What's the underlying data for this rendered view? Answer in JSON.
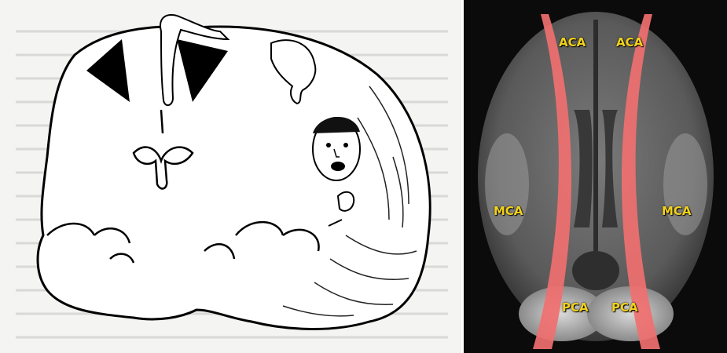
{
  "labels": {
    "aca_left": "ACA",
    "aca_right": "ACA",
    "mca_left": "MCA",
    "mca_right": "MCA",
    "pca_left": "PCA",
    "pca_right": "PCA"
  },
  "colors": {
    "label": "#f2d21c",
    "watershed_band": "#f07070",
    "mri_background": "#0b0b0b",
    "illustration_paper": "#f4f4f2"
  }
}
